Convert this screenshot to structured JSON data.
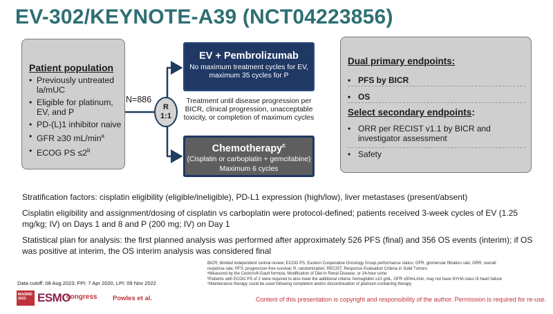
{
  "title": "EV-302/KEYNOTE-A39 (NCT04223856)",
  "population": {
    "heading": "Patient population",
    "items": [
      {
        "text": "Previously untreated la/mUC",
        "sup": ""
      },
      {
        "text": "Eligible for platinum, EV, and P",
        "sup": ""
      },
      {
        "text": "PD-(L)1 inhibitor naive",
        "sup": ""
      },
      {
        "text": "GFR ≥30 mL/min",
        "sup": "a"
      },
      {
        "text": "ECOG PS ≤2",
        "sup": "b"
      }
    ]
  },
  "randomization": {
    "n_label": "N=886",
    "r_label": "R",
    "ratio": "1:1"
  },
  "ev_arm": {
    "title": "EV + Pembrolizumab",
    "desc": "No maximum treatment cycles for EV, maximum 35 cycles for P"
  },
  "treatment_note": "Treatment until disease progression per BICR, clinical progression, unacceptable toxicity, or completion of maximum cycles",
  "chemo_arm": {
    "title": "Chemotherapy",
    "sup": "c",
    "desc1": "(Cisplatin or carboplatin + gemcitabine)",
    "desc2": "Maximum 6 cycles"
  },
  "endpoints": {
    "primary_heading": "Dual primary endpoints:",
    "primary": [
      "PFS by BICR",
      "OS"
    ],
    "secondary_heading": "Select secondary endpoints",
    "secondary_colon": ":",
    "secondary": [
      "ORR per RECIST v1.1 by BICR and investigator assessment",
      "Safety"
    ]
  },
  "body": {
    "stratification": "Stratification factors: cisplatin eligibility (eligible/ineligible), PD-L1 expression (high/low), liver metastases (present/absent)",
    "cisplatin": "Cisplatin eligibility and assignment/dosing of cisplatin vs carboplatin were protocol-defined; patients received 3-week cycles of EV (1.25 mg/kg; IV) on Days 1 and 8 and P (200 mg; IV) on Day 1",
    "statistical": "Statistical plan for analysis: the first planned analysis was performed after approximately 526 PFS (final) and 356 OS events (interim); if OS was positive at interim, the OS interim analysis was considered final"
  },
  "footnotes": [
    "BICR, blinded independent central review; ECOG PS, Eastern Cooperative Oncology Group performance status; GFR, glomerular filtration rate; ORR, overall",
    "response rate; PFS, progression-free survival; R, randomization; RECIST, Response Evaluation Criteria in Solid Tumors",
    "ᵃMeasured by the Cockcroft-Gault formula, Modification of Diet in Renal Disease, or 24-hour urine",
    "ᵇPatients with ECOG PS of 2 were required to also meet the additional criteria: hemoglobin ≥10 g/dL, GFR ≥50mL/min, may not have NYHA class III heart failure",
    "ᶜMaintenance therapy could be used following completion and/or discontinuation of platinum-containing therapy"
  ],
  "footer": {
    "data_cutoff": "Data cutoff: 08 Aug 2023; FPI: 7 Apr 2020, LPI: 09 Nov 2022",
    "logo_madrid": "MADRID",
    "logo_year": "2023",
    "logo_word": "ESMO",
    "logo_congress": "congress",
    "presenter": "Powles et al.",
    "copyright": "Content of this presentation is copyright and responsibility of the author. Permission is required for re-use."
  },
  "colors": {
    "title": "#2e6f73",
    "ev_box": "#1f3864",
    "chemo_box": "#5e5e5e",
    "gray_box": "#cfcfcf",
    "arrow": "#1f3d5c",
    "accent_red": "#c0323a"
  }
}
